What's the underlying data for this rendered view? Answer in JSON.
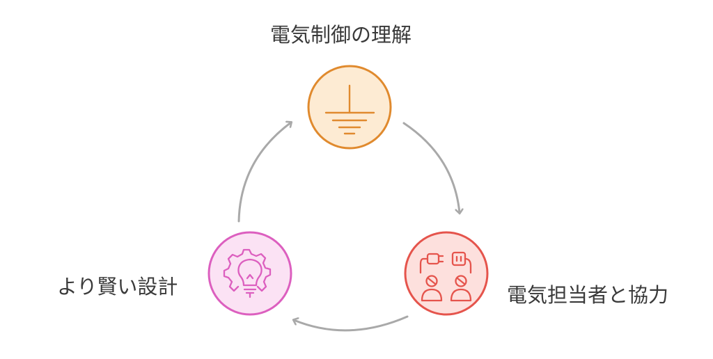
{
  "nodes": [
    {
      "id": "top",
      "label": "電気制御の理解",
      "icon": "ground-icon",
      "stroke": "#e08a2e",
      "fill": "#fdebd3"
    },
    {
      "id": "right",
      "label": "電気担当者と協力",
      "icon": "people-plug-icon",
      "stroke": "#e5544c",
      "fill": "#fde0dd"
    },
    {
      "id": "left",
      "label": "より賢い設計",
      "icon": "gear-lightbulb-icon",
      "stroke": "#dc5fbf",
      "fill": "#fbe2f4"
    }
  ],
  "arrow_color": "#a9a9a9",
  "text_color": "#3a3a3a"
}
